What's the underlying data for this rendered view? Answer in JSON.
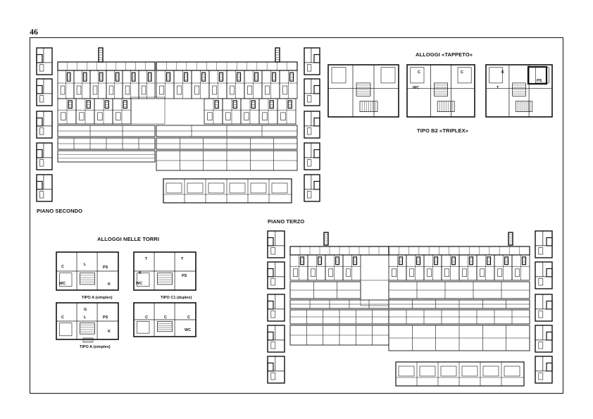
{
  "page_number": "46",
  "labels": {
    "piano_secondo": "PIANO SECONDO",
    "piano_terzo": "PIANO TERZO",
    "alloggi_tappeto": "ALLOGGI «TAPPETO»",
    "tipo_b2": "TIPO B2 «TRIPLEX»",
    "alloggi_torri": "ALLOGGI NELLE TORRI",
    "tipo_a_1": "TIPO A (simplex)",
    "tipo_c1": "TIPO C1 (duplex)",
    "tipo_a_2": "TIPO A (simplex)"
  },
  "room_labels": {
    "c": "C",
    "wc": "WC",
    "l": "L",
    "ps": "PS",
    "k": "K",
    "t": "T",
    "g": "G"
  }
}
